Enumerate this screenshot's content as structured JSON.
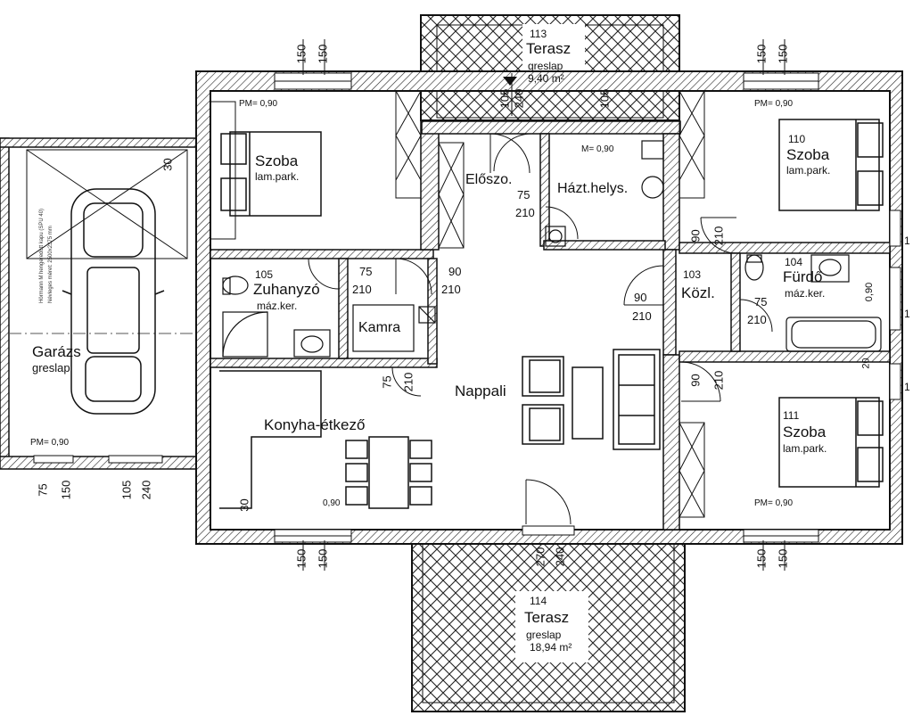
{
  "rooms": {
    "szoba_nw": {
      "name": "Szoba",
      "floor": "lam.park."
    },
    "szoba_110": {
      "number": "110",
      "name": "Szoba",
      "floor": "lam.park."
    },
    "szoba_111": {
      "number": "111",
      "name": "Szoba",
      "floor": "lam.park."
    },
    "zuhanyzo": {
      "number": "105",
      "name": "Zuhanyzó",
      "floor": "máz.ker."
    },
    "furdo": {
      "number": "104",
      "name": "Fürdő",
      "floor": "máz.ker."
    },
    "kozl": {
      "number": "103",
      "name": "Közl."
    },
    "eloszo": {
      "name": "Előszo."
    },
    "haztartasi": {
      "name": "Házt.helys."
    },
    "kamra": {
      "name": "Kamra"
    },
    "nappali": {
      "name": "Nappali"
    },
    "konyha": {
      "name": "Konyha-étkező"
    },
    "garazs": {
      "name": "Garázs",
      "floor": "greslap"
    },
    "terasz_n": {
      "number": "113",
      "name": "Terasz",
      "floor": "greslap",
      "area": "9,40 m²"
    },
    "terasz_s": {
      "number": "114",
      "name": "Terasz",
      "floor": "greslap",
      "area": "18,94 m²"
    }
  },
  "parapets": {
    "nw": "PM= 0,90",
    "ne": "PM= 0,90",
    "se": "PM= 0,90",
    "garage": "PM= 0,90",
    "hazt": "M= 0,90",
    "sw": "0,90",
    "east": "0,90"
  },
  "dims": {
    "d150": "150",
    "d75": "75",
    "d210": "210",
    "d90": "90",
    "d105": "105",
    "d240": "240",
    "d270": "270",
    "d30": "30",
    "d20": "20",
    "d1": "1"
  },
  "garage_door_note_1": "Hörmann M hengeredott kapu (SPU 40)",
  "garage_door_note_2": "Névleges méret: 2500x2375 mm"
}
